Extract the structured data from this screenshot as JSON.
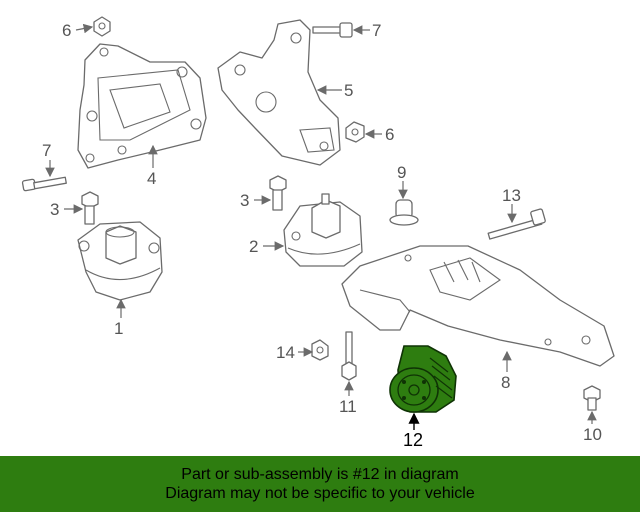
{
  "callouts": {
    "c1": "1",
    "c2": "2",
    "c3a": "3",
    "c3b": "3",
    "c4": "4",
    "c5": "5",
    "c6a": "6",
    "c6b": "6",
    "c7a": "7",
    "c7b": "7",
    "c8": "8",
    "c9": "9",
    "c10": "10",
    "c11": "11",
    "c12": "12",
    "c13": "13",
    "c14": "14"
  },
  "highlight_color": "#2e7d10",
  "banner": {
    "line1": "Part or sub-assembly is #12 in diagram",
    "line2": "Diagram may not be specific to your vehicle"
  }
}
